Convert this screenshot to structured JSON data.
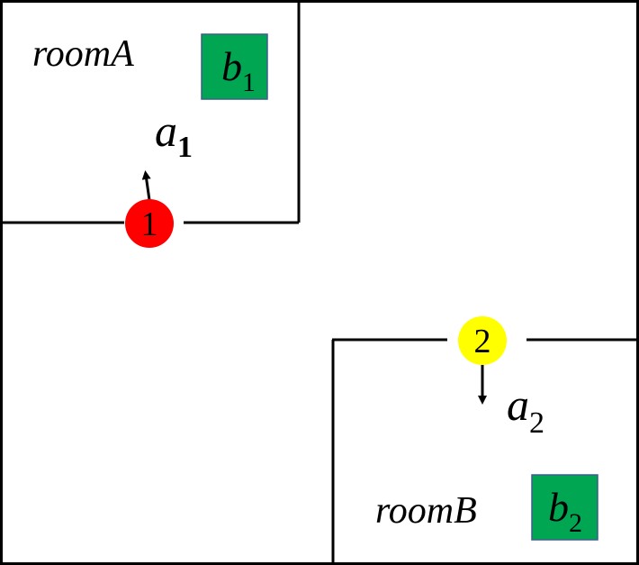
{
  "rooms": {
    "room_a": {
      "label": "roomA"
    },
    "room_b": {
      "label": "roomB"
    }
  },
  "boxes": {
    "b1": {
      "main": "b",
      "sub": "1",
      "color": "#00A651"
    },
    "b2": {
      "main": "b",
      "sub": "2",
      "color": "#00A651"
    }
  },
  "robots": {
    "r1": {
      "number": "1",
      "color": "#FF0000"
    },
    "r2": {
      "number": "2",
      "color": "#FFFF00"
    }
  },
  "actions": {
    "a1": {
      "main": "a",
      "sub": "1"
    },
    "a2": {
      "main": "a",
      "sub": "2"
    }
  }
}
